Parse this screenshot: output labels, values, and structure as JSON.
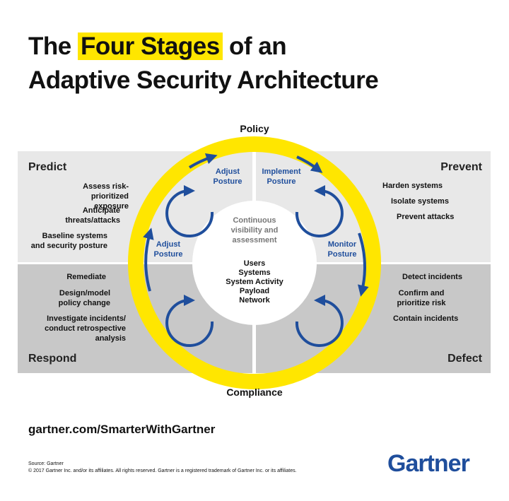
{
  "title": {
    "line1_pre": "The",
    "line1_highlight": "Four Stages",
    "line1_post": "of an",
    "line2": "Adaptive Security Architecture"
  },
  "ring": {
    "top_label": "Policy",
    "bottom_label": "Compliance"
  },
  "center": {
    "top_text": "Continuous visibility and assessment",
    "items": [
      "Users",
      "Systems",
      "System Activity",
      "Payload",
      "Network"
    ]
  },
  "arrows": {
    "adjust_top": "Adjust Posture",
    "implement": "Implement Posture",
    "adjust_left": "Adjust Posture",
    "monitor": "Monitor Posture"
  },
  "quadrants": {
    "predict": {
      "label": "Predict",
      "items": [
        "Assess risk-prioritized exposure",
        "Anticipate threats/attacks",
        "Baseline systems and security posture"
      ]
    },
    "prevent": {
      "label": "Prevent",
      "items": [
        "Harden systems",
        "Isolate systems",
        "Prevent attacks"
      ]
    },
    "respond": {
      "label": "Respond",
      "items": [
        "Remediate",
        "Design/model policy change",
        "Investigate incidents/ conduct retrospective analysis"
      ]
    },
    "defect": {
      "label": "Defect",
      "items": [
        "Detect incidents",
        "Confirm and prioritize risk",
        "Contain incidents"
      ]
    }
  },
  "footer": {
    "url": "gartner.com/SmarterWithGartner",
    "source": "Source: Gartner",
    "copyright": "© 2017 Gartner Inc. and/or its affiliates. All rights reserved. Gartner is a registered trademark of Gartner Inc. or its affiliates.",
    "logo": "Gartner"
  },
  "colors": {
    "ring": "#ffe600",
    "blue": "#1f4e9c",
    "light_gray": "#e8e8e8",
    "dark_gray": "#c8c8c8"
  }
}
